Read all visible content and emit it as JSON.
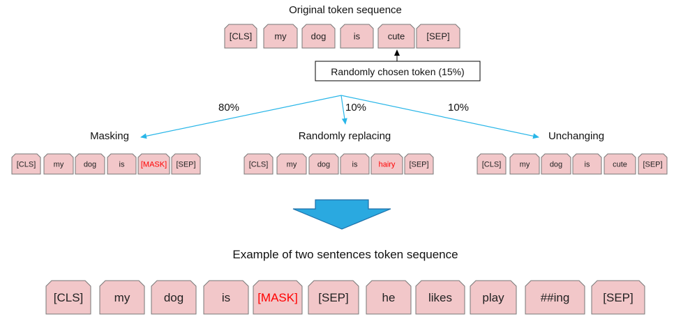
{
  "title": "Original token sequence",
  "original_tokens": [
    "[CLS]",
    "my",
    "dog",
    "is",
    "cute",
    "[SEP]"
  ],
  "chosen_label": "Randomly chosen token (15%)",
  "branches": [
    {
      "percent": "80%",
      "label": "Masking",
      "tokens": [
        "[CLS]",
        "my",
        "dog",
        "is",
        "[MASK]",
        "[SEP]"
      ],
      "highlight_index": 4
    },
    {
      "percent": "10%",
      "label": "Randomly replacing",
      "tokens": [
        "[CLS]",
        "my",
        "dog",
        "is",
        "hairy",
        "[SEP]"
      ],
      "highlight_index": 4
    },
    {
      "percent": "10%",
      "label": "Unchanging",
      "tokens": [
        "[CLS]",
        "my",
        "dog",
        "is",
        "cute",
        "[SEP]"
      ],
      "highlight_index": -1
    }
  ],
  "example_title": "Example of two sentences token sequence",
  "example_tokens": [
    "[CLS]",
    "my",
    "dog",
    "is",
    "[MASK]",
    "[SEP]",
    "he",
    "likes",
    "play",
    "##ing",
    "[SEP]"
  ],
  "example_highlight_index": 4,
  "colors": {
    "token_fill": "#f2c7c9",
    "token_stroke": "#777777",
    "highlight_text": "#ff0000",
    "arrow_blue": "#29b6e8",
    "big_arrow_fill": "#2aa9e0",
    "big_arrow_stroke": "#1d6fa8"
  }
}
